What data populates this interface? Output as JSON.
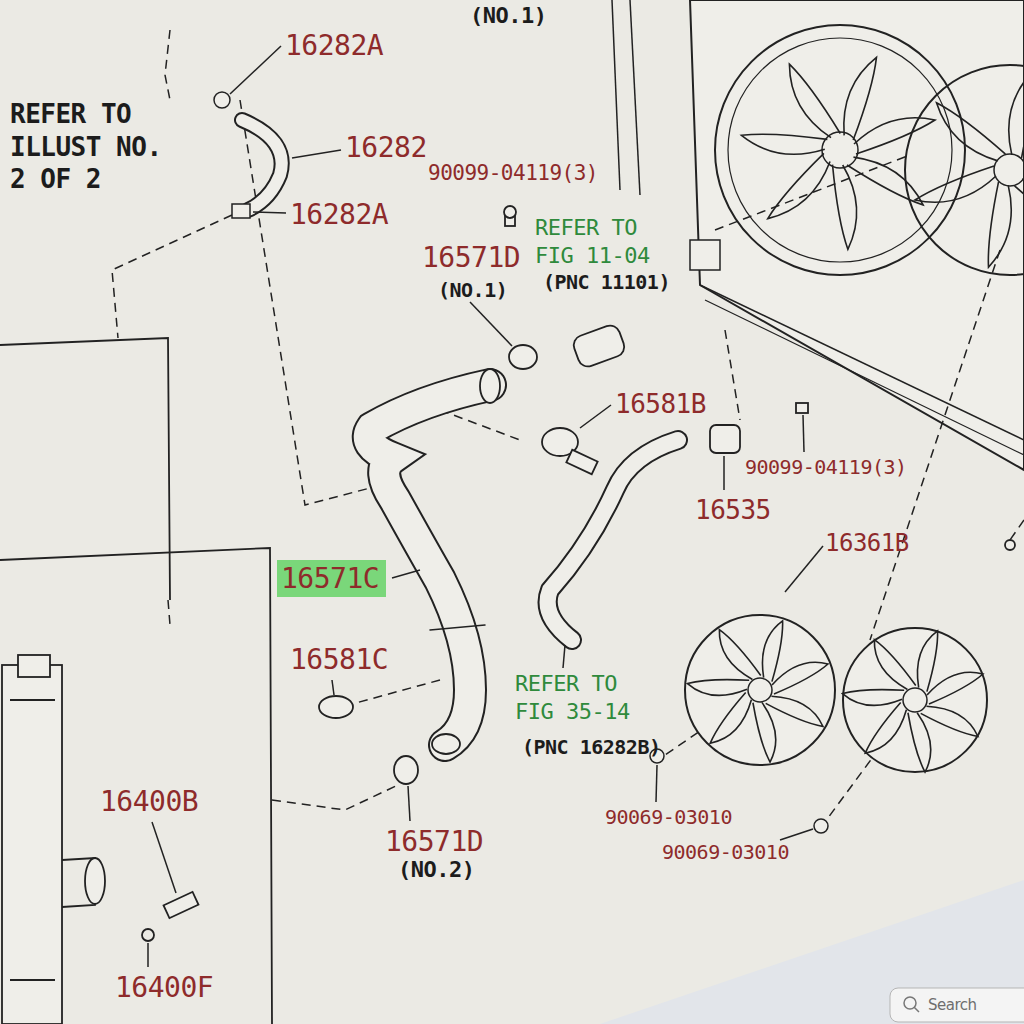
{
  "diagram": {
    "nodes": [
      {
        "text": [
          "16571C"
        ]
      }
    ],
    "labels": [
      "(NO.1)",
      "16282A",
      "REFER TO ILLUST NO. 2 OF 2",
      "16282",
      "90099-04119(3)",
      "16282A",
      "REFER TO FIG 11-04",
      "16571D",
      "(NO.1)",
      "(PNC 11101)",
      "16581B",
      "16535",
      "90099-04119(3)",
      "16361B",
      "16581C",
      "REFER TO FIG 35-14",
      "(PNC 16282B)",
      "16400B",
      "16571D",
      "(NO.2)",
      "90069-03010",
      "90069-03010",
      "16400F",
      "Search"
    ]
  }
}
